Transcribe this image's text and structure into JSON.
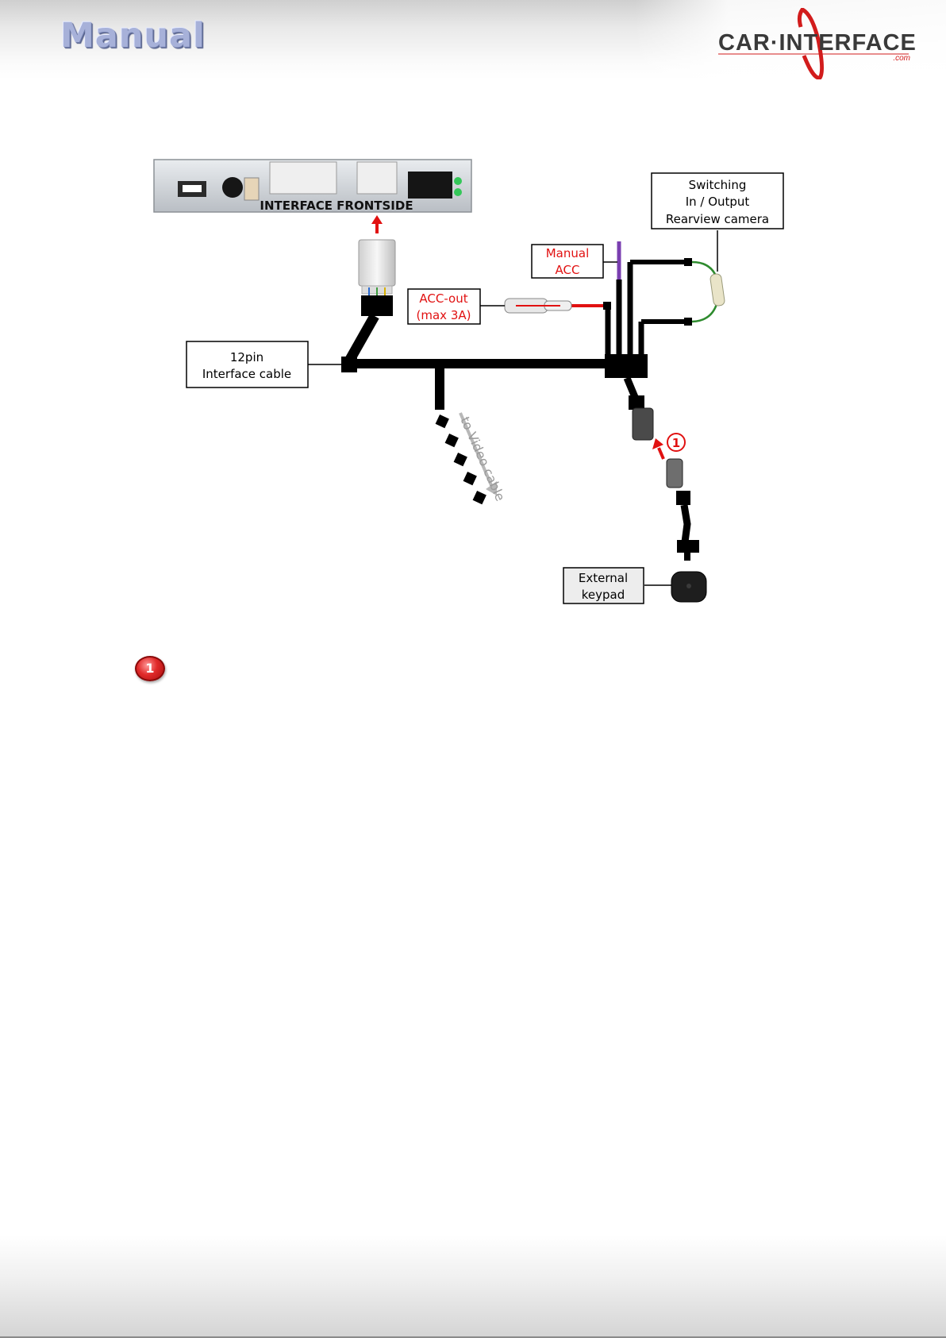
{
  "header": {
    "title": "Manual",
    "logo_text": "CAR·INTERFACE",
    "logo_domain": ".com"
  },
  "diagram": {
    "interface_label": "INTERFACE FRONTSIDE",
    "cable_label_line1": "12pin",
    "cable_label_line2": "Interface cable",
    "acc_out_line1": "ACC-out",
    "acc_out_line2": "(max 3A)",
    "manual_acc_line1": "Manual",
    "manual_acc_line2": "ACC",
    "switching_line1": "Switching",
    "switching_line2": "In / Output",
    "switching_line3": "Rearview camera",
    "video_cable": "to Video cable",
    "keypad_line1": "External",
    "keypad_line2": "keypad",
    "step_marker": "1"
  },
  "step_badge": "1",
  "colors": {
    "cable": "#000000",
    "acc_wire": "#e11111",
    "manual_acc_wire": "#7a3fb0",
    "camera_wire": "#2e8b2e",
    "callout_red": "#e11111",
    "title_blue": "#a7b1d9"
  }
}
